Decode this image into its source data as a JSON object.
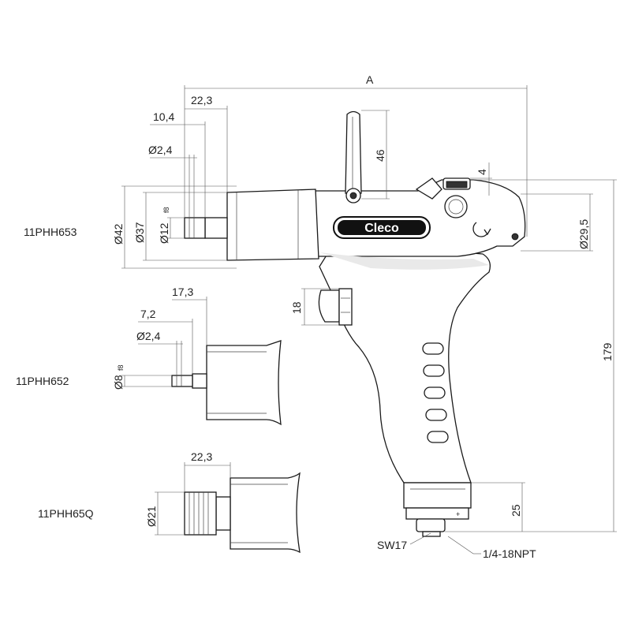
{
  "models": {
    "m653": "11PHH653",
    "m652": "11PHH652",
    "m65q": "11PHH65Q"
  },
  "brand": "Cleco",
  "dimensions": {
    "overall_length": "A",
    "d_22_3_top": "22,3",
    "d_10_4": "10,4",
    "d_2_4_top": "Ø2,4",
    "d_46": "46",
    "d_4": "4",
    "d_42": "Ø42",
    "d_37": "Ø37",
    "d_12": "Ø12",
    "d_12_tol": "f8",
    "d_29_5": "Ø29,5",
    "d_18": "18",
    "d_179": "179",
    "d_17_3": "17,3",
    "d_7_2": "7,2",
    "d_2_4_mid": "Ø2,4",
    "d_8": "Ø8",
    "d_8_tol": "f8",
    "d_22_3_bottom": "22,3",
    "d_21": "Ø21",
    "d_25": "25",
    "sw17": "SW17",
    "npt": "1/4-18NPT"
  }
}
